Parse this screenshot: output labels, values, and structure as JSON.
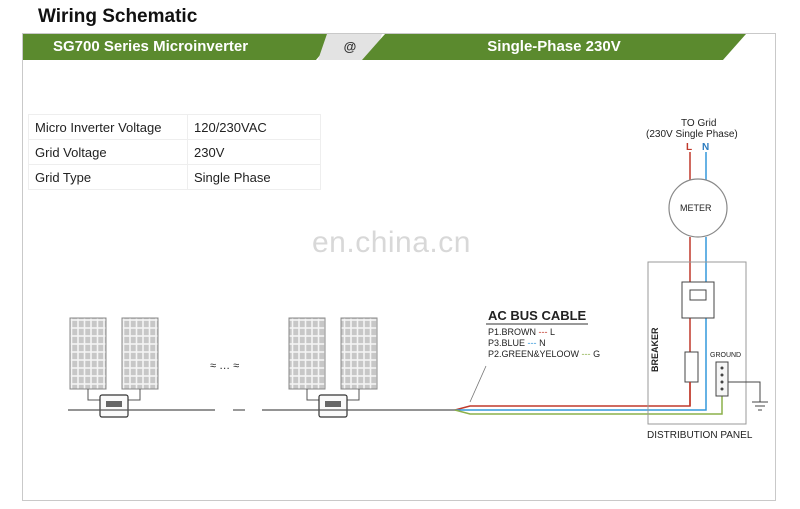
{
  "page_title": "Wiring Schematic",
  "banner": {
    "left": "SG700 Series Microinverter",
    "at": "@",
    "right": "Single-Phase 230V"
  },
  "specs": [
    {
      "key": "Micro Inverter Voltage",
      "value": "120/230VAC"
    },
    {
      "key": "Grid  Voltage",
      "value": "230V"
    },
    {
      "key": "Grid Type",
      "value": "Single Phase"
    }
  ],
  "watermark": "en.china.cn",
  "grid": {
    "title": "TO Grid",
    "subtitle": "(230V Single Phase)",
    "line_l": "L",
    "line_n": "N",
    "meter": "METER"
  },
  "ac_bus": {
    "title": "AC BUS CABLE",
    "wires": [
      {
        "name": "P1.BROWN",
        "code": "L",
        "color": "#c0392b"
      },
      {
        "name": "P3.BLUE",
        "code": "N",
        "color": "#3498db"
      },
      {
        "name": "P2.GREEN&YELOOW",
        "code": "G",
        "color": "#8bb04a"
      }
    ]
  },
  "ellipsis": "≈ … ≈",
  "breaker": "BREAKER",
  "ground": "GROUND",
  "panel": "DISTRIBUTION PANEL"
}
